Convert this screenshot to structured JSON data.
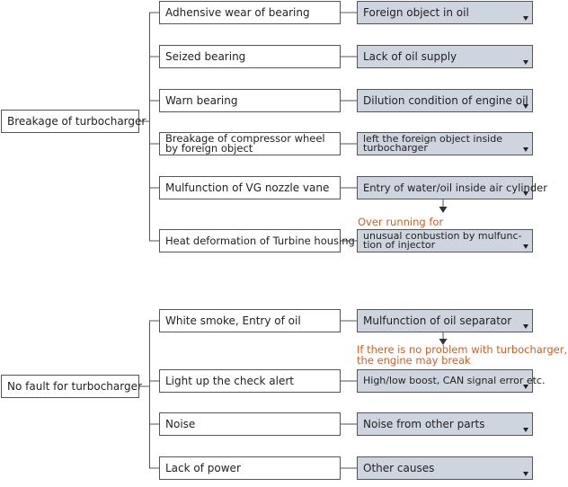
{
  "groups": [
    {
      "root": "Breakage of turbocharger",
      "rows": [
        {
          "cause": "Adhensive wear of bearing",
          "result": "Foreign object in oil"
        },
        {
          "cause": "Seized bearing",
          "result": "Lack of oil supply"
        },
        {
          "cause": "Warn bearing",
          "result": "Dilution condition of engine oil"
        },
        {
          "cause_lines": [
            "Breakage of compressor wheel",
            "by foreign object"
          ],
          "result_lines": [
            "left the foreign object inside",
            "turbocharger"
          ]
        },
        {
          "cause": "Mulfunction of VG nozzle vane",
          "result": "Entry of water/oil inside air cylinder"
        },
        {
          "cause": "Heat deformation of Turbine housing",
          "result_lines": [
            "unusual conbustion by mulfunc-",
            "tion of injector"
          ]
        }
      ],
      "note": "Over running for"
    },
    {
      "root": "No fault for turbocharger",
      "rows": [
        {
          "cause": "White smoke, Entry of oil",
          "result": "Mulfunction of oil separator"
        },
        {
          "cause": "Light up the check alert",
          "result": "High/low boost, CAN signal error etc."
        },
        {
          "cause": "Noise",
          "result": "Noise from other parts"
        },
        {
          "cause": "Lack of power",
          "result": "Other causes"
        }
      ],
      "note_lines": [
        "If there is no problem with turbocharger,",
        "the engine may break"
      ]
    }
  ],
  "colors": {
    "result_fill": "#cfd5df",
    "note": "#e0591b",
    "line": "#555555"
  }
}
